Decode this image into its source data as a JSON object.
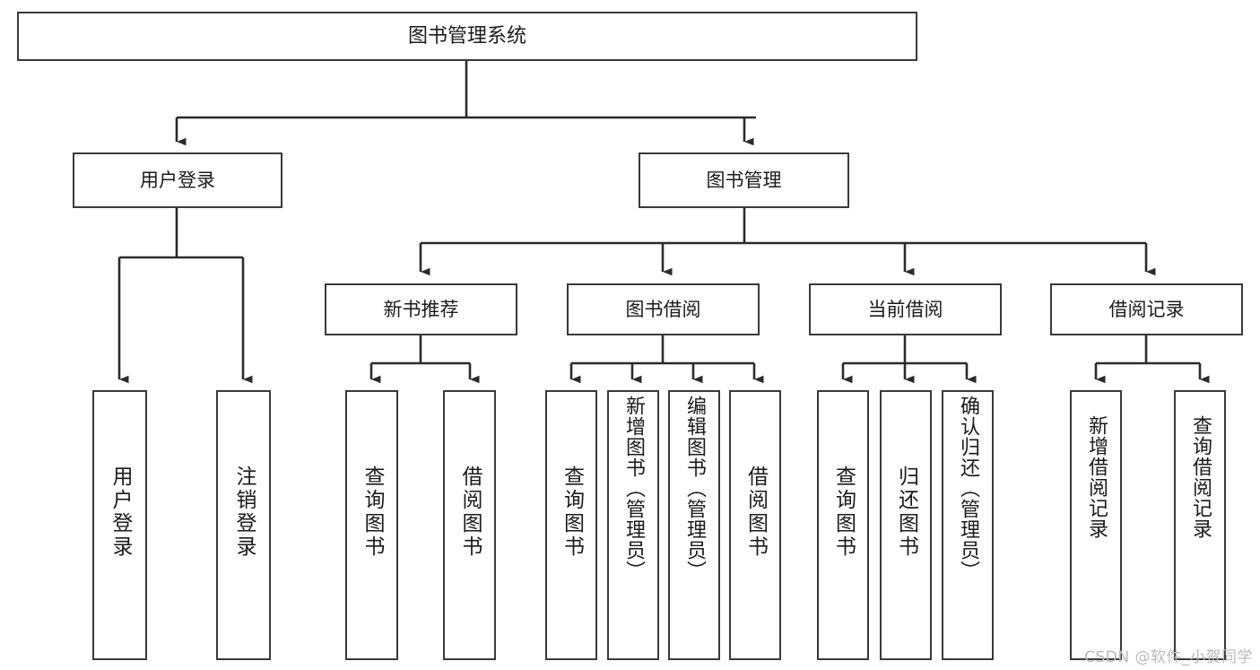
{
  "diagram": {
    "type": "hierarchy-tree",
    "title": "图书管理系统",
    "watermark": "CSDN @软件_小贺同学",
    "colors": {
      "box_border": "#3a3a3a",
      "box_fill": "#ffffff",
      "connector": "#2b2b2b",
      "text": "#1b1b1b",
      "watermark": "#b9b9b9"
    },
    "levels": {
      "root": [
        "图书管理系统"
      ],
      "level1": [
        "用户登录",
        "图书管理"
      ],
      "level2": [
        "新书推荐",
        "图书借阅",
        "当前借阅",
        "借阅记录"
      ],
      "level3": [
        "用户登录",
        "注销登录",
        "查询图书",
        "借阅图书",
        "查询图书",
        "新增图书（管理员）",
        "编辑图书（管理员）",
        "借阅图书",
        "查询图书",
        "归还图书",
        "确认归还（管理员）",
        "新增借阅记录",
        "查询借阅记录"
      ]
    },
    "nodes": {
      "root": {
        "label": "图书管理系统"
      },
      "user_login": {
        "label": "用户登录"
      },
      "book_manage": {
        "label": "图书管理"
      },
      "new_book_rec": {
        "label": "新书推荐"
      },
      "book_borrow": {
        "label": "图书借阅"
      },
      "current_borrow": {
        "label": "当前借阅"
      },
      "borrow_record": {
        "label": "借阅记录"
      },
      "leaf_user_login": {
        "label": "用户登录"
      },
      "leaf_logout": {
        "label": "注销登录"
      },
      "leaf_query_book_1": {
        "label": "查询图书"
      },
      "leaf_borrow_book_1": {
        "label": "借阅图书"
      },
      "leaf_query_book_2": {
        "label": "查询图书"
      },
      "leaf_add_book": {
        "label": "新增图书（管理员）"
      },
      "leaf_edit_book": {
        "label": "编辑图书（管理员）"
      },
      "leaf_borrow_book_2": {
        "label": "借阅图书"
      },
      "leaf_query_book_3": {
        "label": "查询图书"
      },
      "leaf_return_book": {
        "label": "归还图书"
      },
      "leaf_confirm_return": {
        "label": "确认归还（管理员）"
      },
      "leaf_add_record": {
        "label": "新增借阅记录"
      },
      "leaf_query_record": {
        "label": "查询借阅记录"
      }
    },
    "edges": [
      {
        "from": "root",
        "to": "user_login"
      },
      {
        "from": "root",
        "to": "book_manage"
      },
      {
        "from": "user_login",
        "to": "leaf_user_login"
      },
      {
        "from": "user_login",
        "to": "leaf_logout"
      },
      {
        "from": "book_manage",
        "to": "new_book_rec"
      },
      {
        "from": "book_manage",
        "to": "book_borrow"
      },
      {
        "from": "book_manage",
        "to": "current_borrow"
      },
      {
        "from": "book_manage",
        "to": "borrow_record"
      },
      {
        "from": "new_book_rec",
        "to": "leaf_query_book_1"
      },
      {
        "from": "new_book_rec",
        "to": "leaf_borrow_book_1"
      },
      {
        "from": "book_borrow",
        "to": "leaf_query_book_2"
      },
      {
        "from": "book_borrow",
        "to": "leaf_add_book"
      },
      {
        "from": "book_borrow",
        "to": "leaf_edit_book"
      },
      {
        "from": "book_borrow",
        "to": "leaf_borrow_book_2"
      },
      {
        "from": "current_borrow",
        "to": "leaf_query_book_3"
      },
      {
        "from": "current_borrow",
        "to": "leaf_return_book"
      },
      {
        "from": "current_borrow",
        "to": "leaf_confirm_return"
      },
      {
        "from": "borrow_record",
        "to": "leaf_add_record"
      },
      {
        "from": "borrow_record",
        "to": "leaf_query_record"
      }
    ]
  }
}
